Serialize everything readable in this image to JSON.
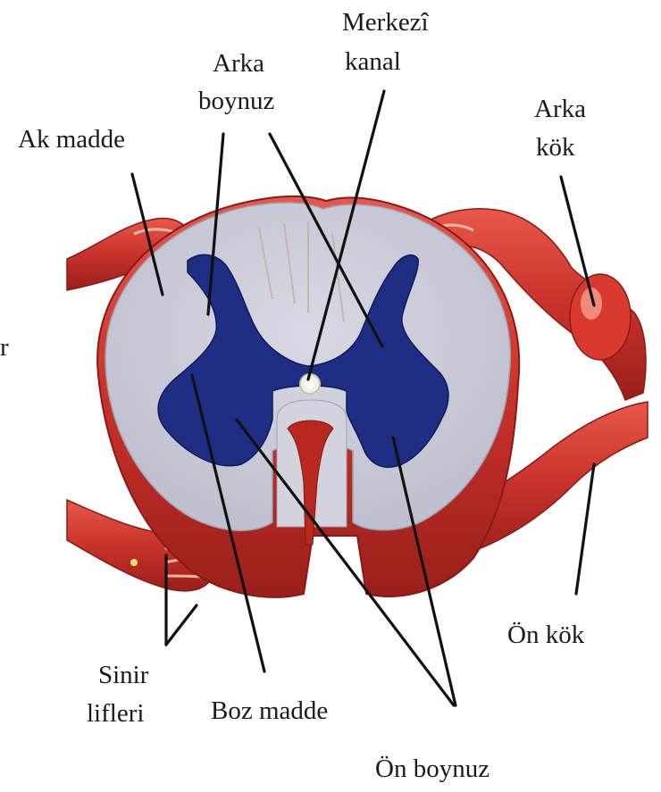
{
  "diagram": {
    "colors": {
      "white_matter": "#c9cad6",
      "gray_matter": "#1d2e84",
      "root": "#c8322a",
      "root_dark": "#9a1f1a",
      "root_highlight": "#f07060",
      "canal_ring": "#f4f2e6"
    },
    "labels": {
      "ak_madde": "Ak madde",
      "arka_boynuz_1": "Arka",
      "arka_boynuz_2": "boynuz",
      "merkezi_kanal_1": "Merkezî",
      "merkezi_kanal_2": "kanal",
      "arka_kok_1": "Arka",
      "arka_kok_2": "kök",
      "on_kok": "Ön kök",
      "sinir_lifleri_1": "Sinir",
      "sinir_lifleri_2": "lifleri",
      "boz_madde": "Boz madde",
      "on_boynuz": "Ön boynuz",
      "edge_fragment": "r"
    }
  }
}
